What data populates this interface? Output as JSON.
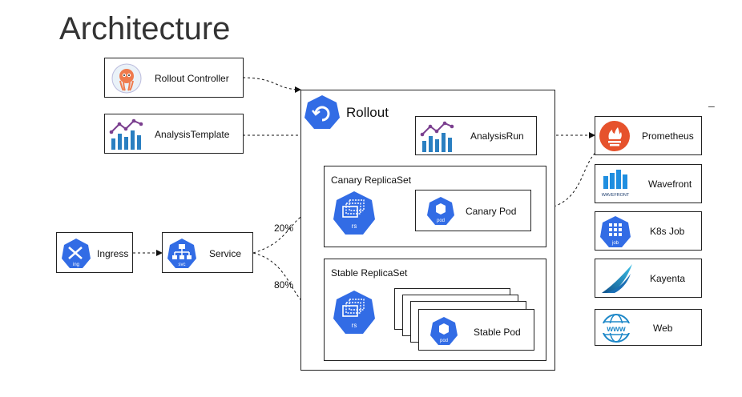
{
  "title": "Architecture",
  "nodes": {
    "rollout_controller": "Rollout Controller",
    "analysis_template": "AnalysisTemplate",
    "rollout": "Rollout",
    "analysis_run": "AnalysisRun",
    "canary_replicaset": "Canary ReplicaSet",
    "canary_pod": "Canary Pod",
    "stable_replicaset": "Stable ReplicaSet",
    "stable_pod": "Stable Pod",
    "ingress": "Ingress",
    "service": "Service",
    "prometheus": "Prometheus",
    "wavefront": "Wavefront",
    "k8s_job": "K8s Job",
    "kayenta": "Kayenta",
    "web": "Web"
  },
  "edges": {
    "canary_weight": "20%",
    "stable_weight": "80%"
  },
  "icon_text": {
    "rs": "rs",
    "pod": "pod",
    "svc": "svc",
    "ing": "ing",
    "job": "job",
    "wavefront_logo": "WAVEFRONT",
    "www": "www"
  },
  "colors": {
    "k8s_blue": "#326CE5",
    "prometheus_orange": "#E6522C",
    "analysis_purple": "#7B3F8F",
    "analysis_blue": "#2A7FC1"
  }
}
